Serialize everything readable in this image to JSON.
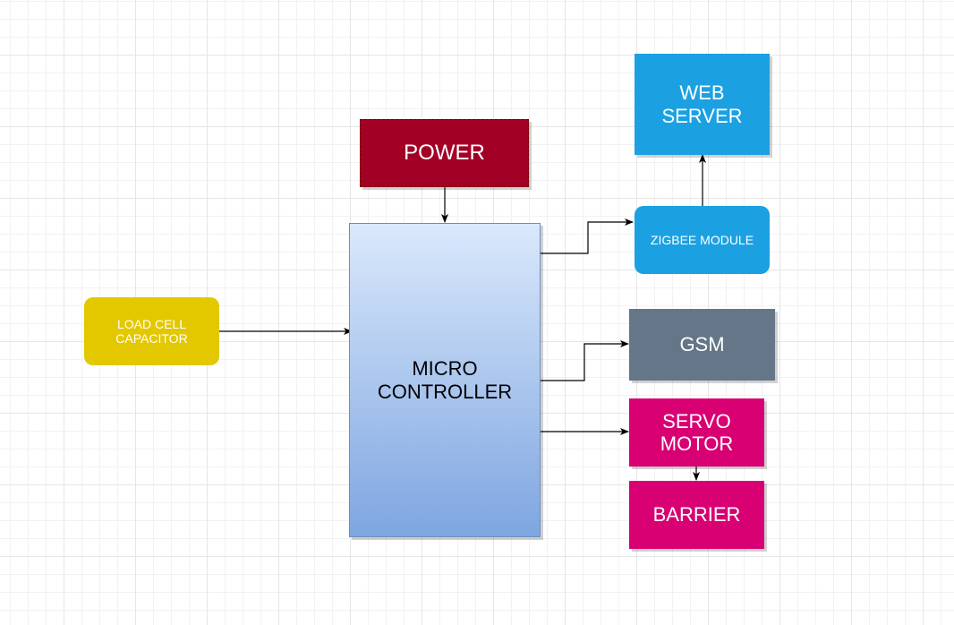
{
  "nodes": {
    "load_cell": {
      "label": "LOAD CELL\nCAPACITOR",
      "fill": "#e3c800",
      "text_color": "#ffffff"
    },
    "power": {
      "label": "POWER",
      "fill": "#a20025",
      "text_color": "#ffffff",
      "border": "dashed"
    },
    "micro_controller": {
      "label": "MICRO\nCONTROLLER",
      "gradient_top": "#dae8fc",
      "gradient_bottom": "#7ea6e0",
      "text_color": "#000000"
    },
    "web_server": {
      "label": "WEB\nSERVER",
      "fill": "#1ba1e2",
      "text_color": "#ffffff"
    },
    "zigbee": {
      "label": "ZIGBEE MODULE",
      "fill": "#1ba1e2",
      "text_color": "#ffffff"
    },
    "gsm": {
      "label": "GSM",
      "fill": "#647687",
      "text_color": "#ffffff"
    },
    "servo_motor": {
      "label": "SERVO\nMOTOR",
      "fill": "#d80073",
      "text_color": "#ffffff"
    },
    "barrier": {
      "label": "BARRIER",
      "fill": "#d80073",
      "text_color": "#ffffff"
    }
  },
  "edges": [
    {
      "from": "load_cell",
      "to": "micro_controller"
    },
    {
      "from": "power",
      "to": "micro_controller"
    },
    {
      "from": "micro_controller",
      "to": "zigbee"
    },
    {
      "from": "zigbee",
      "to": "web_server"
    },
    {
      "from": "micro_controller",
      "to": "gsm"
    },
    {
      "from": "micro_controller",
      "to": "servo_motor"
    },
    {
      "from": "servo_motor",
      "to": "barrier"
    }
  ]
}
